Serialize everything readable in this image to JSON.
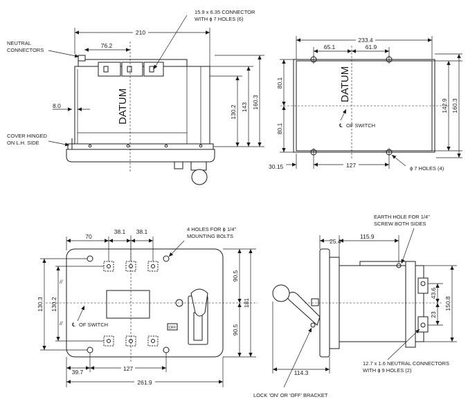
{
  "top_left": {
    "connector_note_1": "15.9 x 6.35 CONNECTOR",
    "connector_note_2": "WITH ϕ 7 HOLES (6)",
    "neutral_1": "NEUTRAL",
    "neutral_2": "CONNECTORS",
    "cover_1": "COVER HINGED",
    "cover_2": "ON L.H. SIDE",
    "datum": "DATUM",
    "dim_210": "210",
    "dim_76_2": "76.2",
    "dim_8_0": "8.0",
    "dim_130_2": "130.2",
    "dim_143": "143",
    "dim_160_3": "160.3"
  },
  "top_right": {
    "dim_233_4": "233.4",
    "dim_65_1": "65.1",
    "dim_61_9": "61.9",
    "dim_80_1_top": "80.1",
    "dim_80_1_bottom": "80.1",
    "dim_142_9": "142.9",
    "dim_160_3": "160.3",
    "dim_30_15": "30.15",
    "dim_127": "127",
    "holes": "ϕ 7 HOLES (4)",
    "datum": "DATUM",
    "cl_switch": "OF SWITCH"
  },
  "bottom_left": {
    "dim_70": "70",
    "dim_38_1_a": "38.1",
    "dim_38_1_b": "38.1",
    "bolts_1": "4 HOLES FOR ϕ 1/4\"",
    "bolts_2": "MOUNTING BOLTS",
    "dim_130_3": "130.3",
    "dim_130_2": "130.2",
    "dim_90_5_top": "90.5",
    "dim_90_5_bottom": "90.5",
    "dim_181": "181",
    "dim_39_7": "39.7",
    "dim_127": "127",
    "dim_261_9": "261.9",
    "cl_switch": "OF SWITCH",
    "off_label": "OFF"
  },
  "bottom_right": {
    "dim_25_4": "25.4",
    "dim_115_9": "115.9",
    "earth_1": "EARTH HOLE FOR 1/4\"",
    "earth_2": "SCREW BOTH SIDES",
    "dim_43_6": "43.6",
    "dim_23": "23",
    "dim_150_8": "150.8",
    "dim_114_3": "114.3",
    "neutral_1": "12.7 x 1.6 NEUTRAL CONNECTORS",
    "neutral_2": "WITH ϕ 9 HOLES (2)",
    "lock_note": "LOCK 'ON' OR 'OFF' BRACKET"
  },
  "centerline_symbol": "℄"
}
